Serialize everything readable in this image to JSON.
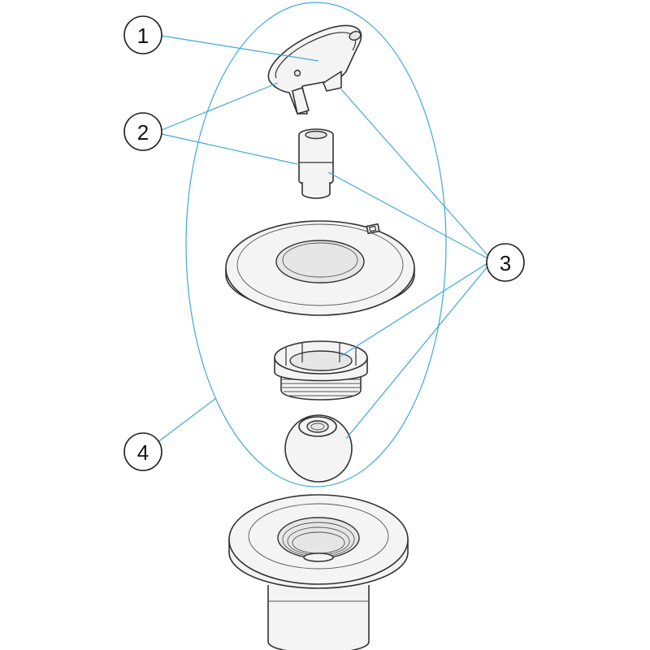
{
  "diagram": {
    "colors": {
      "leader": "#3fa9d6",
      "outline": "#333333",
      "part_fill": "#f4f4f4"
    },
    "callouts": [
      {
        "id": "c1",
        "label": "1"
      },
      {
        "id": "c2",
        "label": "2"
      },
      {
        "id": "c3",
        "label": "3"
      },
      {
        "id": "c4",
        "label": "4"
      }
    ]
  }
}
